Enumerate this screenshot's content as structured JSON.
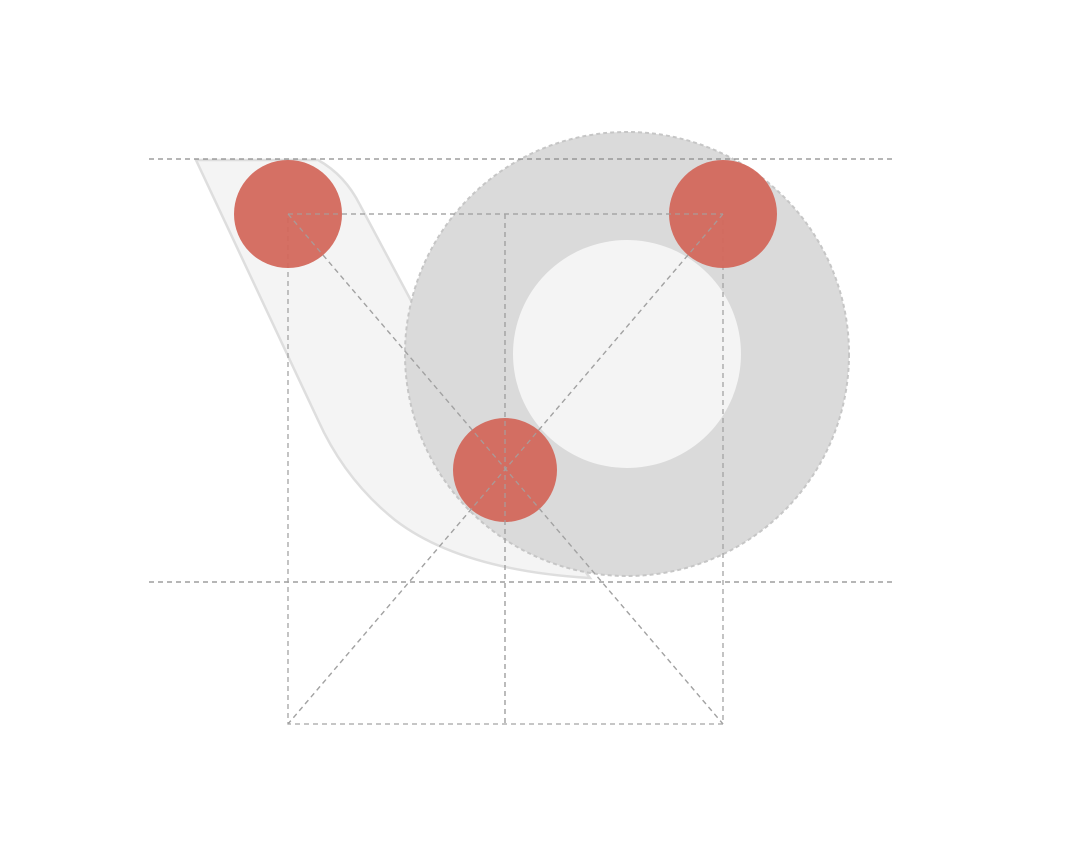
{
  "colors": {
    "background": "#ffffff",
    "ring": "#dadada",
    "ring_stroke": "#c6c6c6",
    "inner_hole": "#f4f4f4",
    "swoosh_fill": "#f4f4f4",
    "swoosh_stroke": "#dedede",
    "node": "#d3685c",
    "guide_line": "#8a8a8a",
    "construction_line": "#a3a3a3"
  },
  "diagram": {
    "text": "",
    "nodes": [
      {
        "id": "node-top-left",
        "color_ref": "node"
      },
      {
        "id": "node-top-right",
        "color_ref": "node"
      },
      {
        "id": "node-center",
        "color_ref": "node"
      }
    ],
    "icon": "logo-construction-grid"
  }
}
